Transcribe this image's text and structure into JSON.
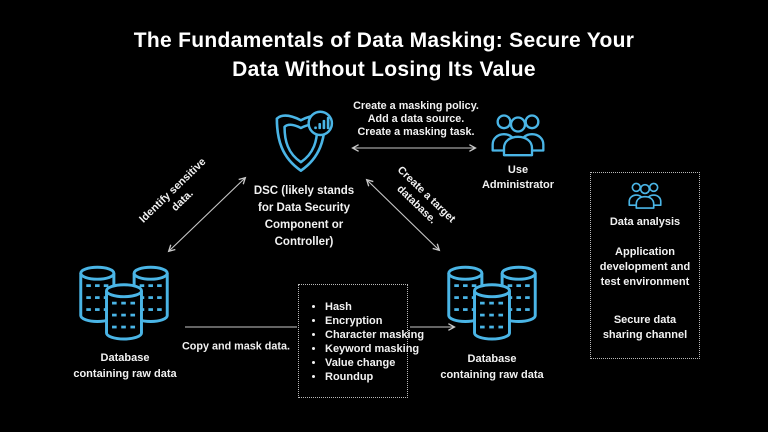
{
  "colors": {
    "background": "#000000",
    "accent_cyan": "#4ab5e6",
    "text": "#f2f2f2",
    "connector_line": "#c9c9c9",
    "dotted_border": "#b9b9b9"
  },
  "title_lines": [
    "The Fundamentals of Data Masking: Secure Your",
    "Data Without Losing Its Value"
  ],
  "dsc": {
    "caption_lines": [
      "DSC (likely stands",
      "for Data Security",
      "Component or",
      "Controller)"
    ]
  },
  "administrator": {
    "steps": [
      "Create a masking policy.",
      "Add a data source.",
      "Create a masking task."
    ],
    "label_lines": [
      "Use",
      "Administrator"
    ]
  },
  "edge_labels": {
    "identify": "Identify sensitive data.",
    "create_target": "Create a target database.",
    "copy_mask": "Copy and mask data."
  },
  "databases": {
    "left_label_lines": [
      "Database",
      "containing raw data"
    ],
    "right_label_lines": [
      "Database",
      "containing raw data"
    ]
  },
  "masking_methods": [
    "Hash",
    "Encryption",
    "Character masking",
    "Keyword masking",
    "Value change",
    "Roundup"
  ],
  "sidebar": {
    "items": [
      "Data analysis",
      "Application development and test environment",
      "Secure data sharing channel"
    ]
  },
  "icons": {
    "shield": "security-shield-with-analytics-badge",
    "admin_users": "user-group",
    "database": "database-cluster",
    "sidebar_users": "user-group"
  }
}
